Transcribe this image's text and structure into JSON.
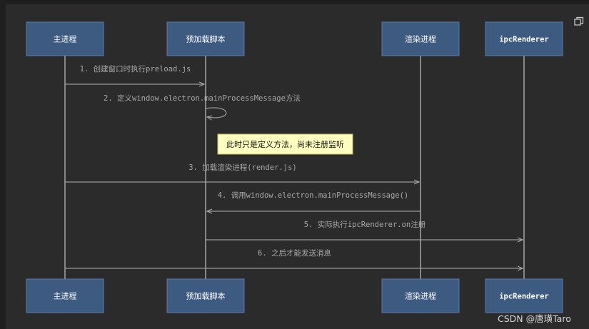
{
  "diagram": {
    "type": "sequence",
    "participants": [
      {
        "id": "main",
        "label": "主进程"
      },
      {
        "id": "preload",
        "label": "预加载脚本"
      },
      {
        "id": "renderer",
        "label": "渲染进程"
      },
      {
        "id": "ipc",
        "label": "ipcRenderer"
      }
    ],
    "messages": [
      {
        "from": "main",
        "to": "preload",
        "label": "1. 创建窗口时执行preload.js"
      },
      {
        "from": "preload",
        "to": "preload",
        "label": "2. 定义window.electron.mainProcessMessage方法"
      },
      {
        "from": "main",
        "to": "renderer",
        "label": "3. 加载渲染进程(render.js)"
      },
      {
        "from": "renderer",
        "to": "preload",
        "label": "4. 调用window.electron.mainProcessMessage()"
      },
      {
        "from": "preload",
        "to": "ipc",
        "label": "5. 实际执行ipcRenderer.on注册"
      },
      {
        "from": "main",
        "to": "ipc",
        "label": "6. 之后才能发送消息"
      }
    ],
    "note": {
      "over": "preload",
      "after_message": 2,
      "text": "此时只是定义方法，尚未注册监听"
    }
  },
  "colors": {
    "background": "#2b2b2b",
    "participant_fill": "#3d5a80",
    "participant_border": "#5a7aa6",
    "lifeline": "#c4c4c4",
    "arrow": "#9a9a9a",
    "note_fill": "#ffffc0",
    "note_border": "#c8b860"
  },
  "toolbar": {
    "copy_icon": "copy-icon"
  },
  "watermark": "CSDN @唐璜Taro"
}
